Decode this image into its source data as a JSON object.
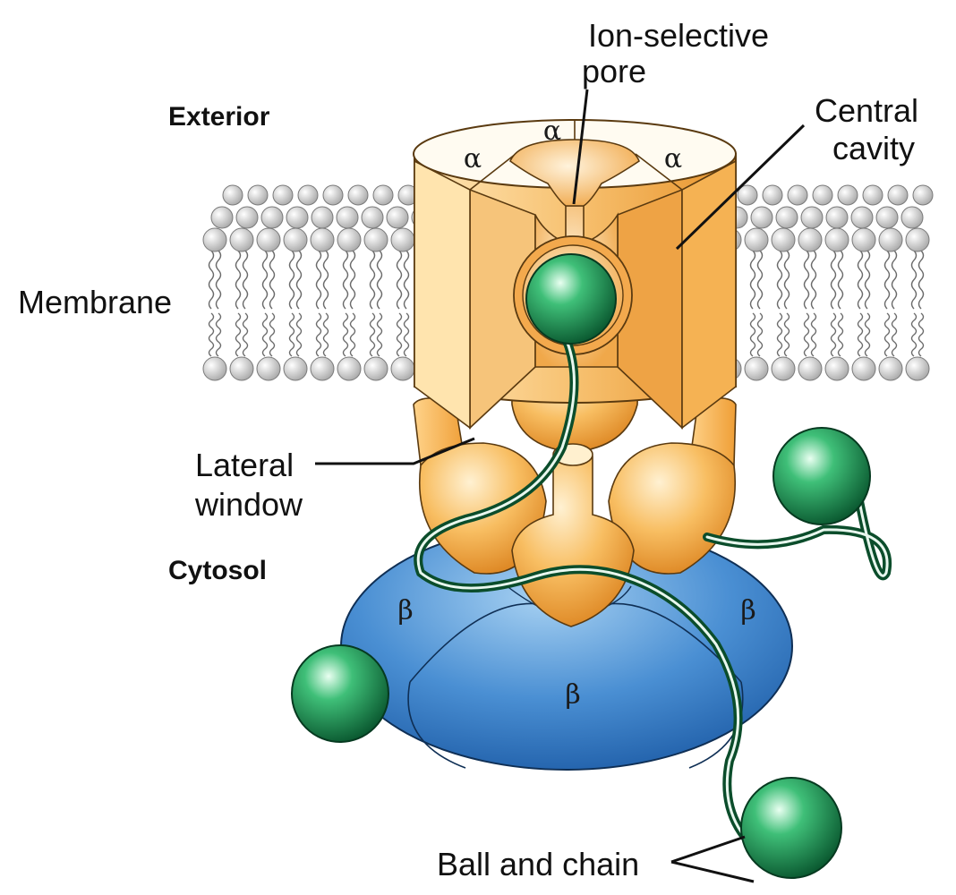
{
  "labels": {
    "exterior": "Exterior",
    "cytosol": "Cytosol",
    "membrane": "Membrane",
    "ion_pore_line1": "Ion-selective",
    "ion_pore_line2": "pore",
    "central_line1": "Central",
    "central_line2": "cavity",
    "lateral_line1": "Lateral",
    "lateral_line2": "window",
    "ball_chain": "Ball and chain"
  },
  "subunits": {
    "alpha": "α",
    "beta": "β"
  },
  "colors": {
    "alpha_subunit": "#f5b554",
    "alpha_light": "#ffe7b5",
    "beta_subunit": "#3a7bc4",
    "beta_light": "#8fc0ea",
    "ball": "#1f8f55",
    "membrane_head": "#d8d8d8"
  }
}
